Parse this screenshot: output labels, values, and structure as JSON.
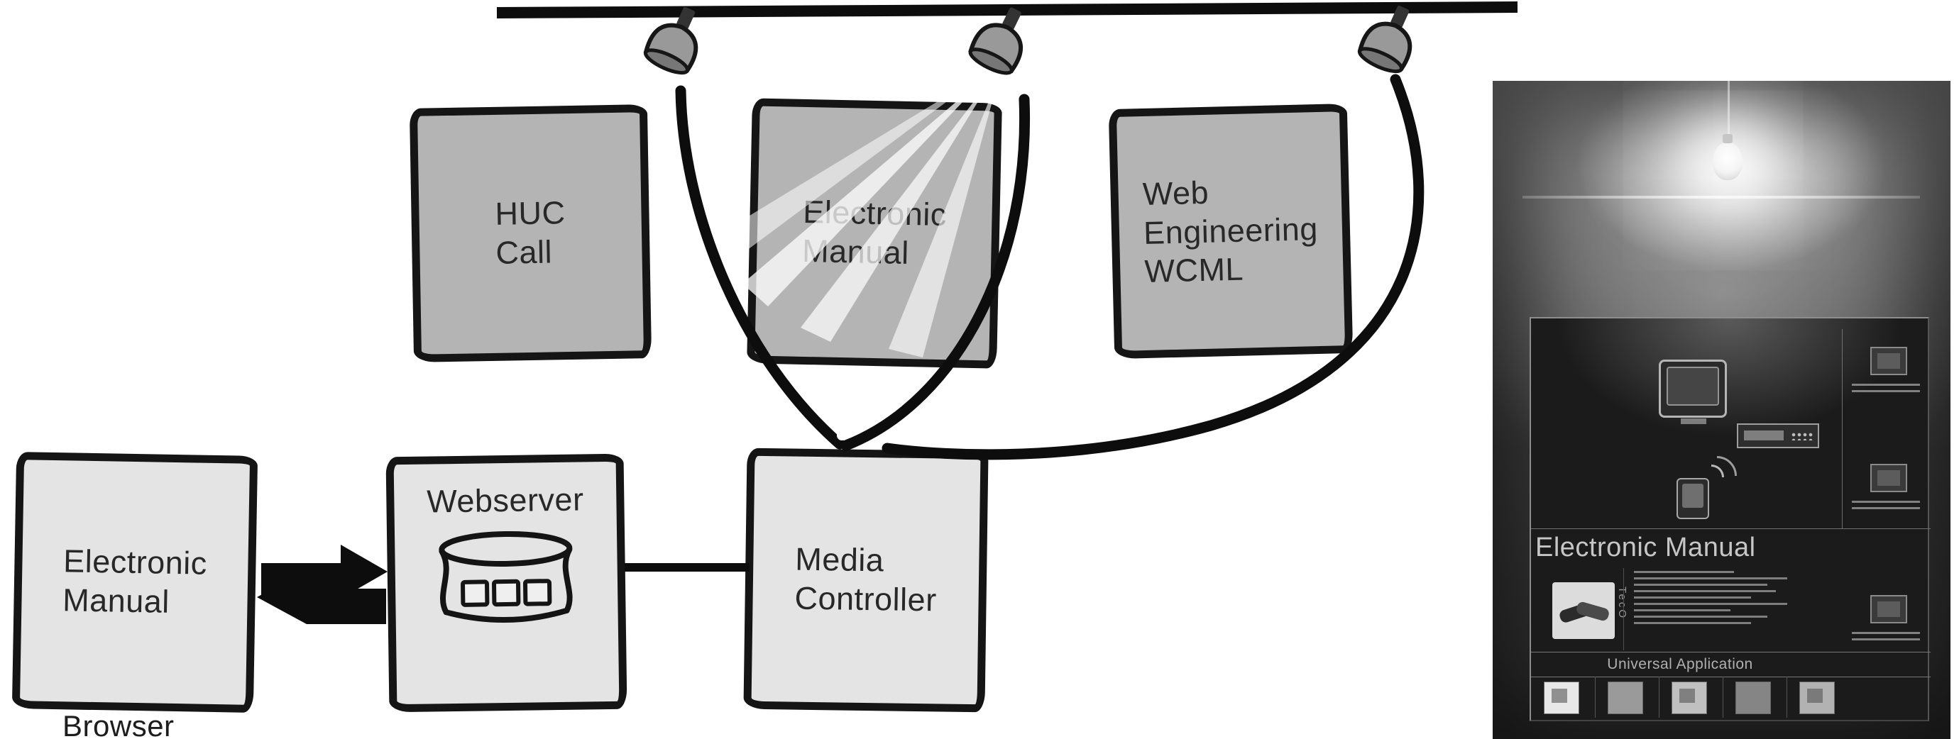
{
  "diagram": {
    "boxes": {
      "huc": {
        "lines": [
          "HUC",
          "Call"
        ]
      },
      "electronic_manual_top": {
        "lines": [
          "Electronic",
          "Manual"
        ]
      },
      "web_engineering": {
        "lines": [
          "Web",
          "Engineering",
          "WCML"
        ]
      },
      "electronic_manual_client": {
        "lines": [
          "Electronic",
          "Manual"
        ]
      },
      "webserver": {
        "label": "Webserver"
      },
      "media_controller": {
        "lines": [
          "Media",
          "Controller"
        ]
      }
    },
    "labels": {
      "browser": "Browser"
    },
    "icons": {
      "ceiling_rail": "ceiling-rail",
      "spotlight": "spotlight-lamp",
      "light_rays": "light-beam",
      "webserver_drum": "server-drum",
      "double_arrow": "bidirectional-arrow"
    },
    "colors": {
      "top_box_fill": "#b4b4b4",
      "bottom_box_fill": "#e4e4e4",
      "line_stroke": "#111111"
    }
  },
  "photo": {
    "poster_title": "Electronic Manual",
    "universal_application": "Universal Application",
    "teco": "TecO",
    "icons": {
      "light_bulb": "light-bulb",
      "monitor": "crt-monitor",
      "av_device": "av-device",
      "pda": "pda-device",
      "handshake": "handshake"
    }
  }
}
